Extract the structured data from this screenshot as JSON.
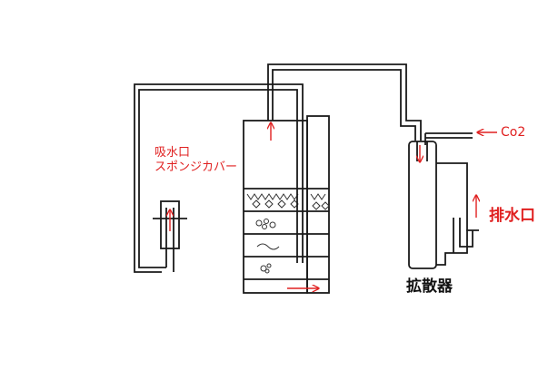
{
  "labels": {
    "intake": "吸水口",
    "sponge_cover": "スポンジカバー",
    "co2": "Co2",
    "outlet": "排水口",
    "diffuser": "拡散器"
  },
  "colors": {
    "label_red": "#e02020",
    "label_black": "#111111",
    "arrow_red": "#e02020",
    "line": "#1a1a1a",
    "background": "#ffffff"
  }
}
